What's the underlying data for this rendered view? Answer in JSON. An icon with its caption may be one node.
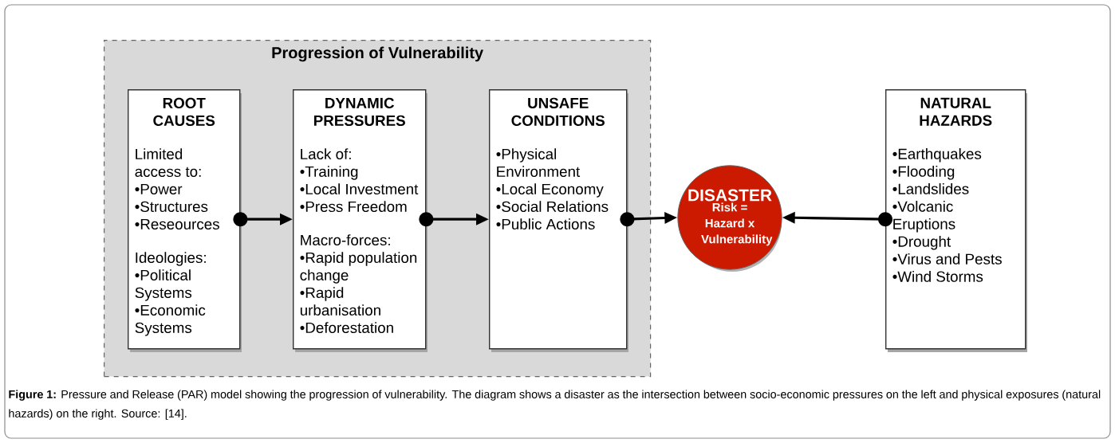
{
  "diagram": {
    "caption": "**Figure 1:** Pressure and Release (PAR) model showing the progression of vulnerability. The diagram shows a disaster as the intersection between socio-economic pressures on the left and physical exposures (natural hazards) on the right. Source: [14].",
    "nodes": [
      {
        "text": [
          "Progression of Vulnerability"
        ]
      },
      {
        "text": [
          "ROOT CAUSES",
          "Limited access to:",
          "•Power",
          "•Structures",
          "•Reseources",
          "Ideologies:",
          "•Political Systems",
          "•Economic Systems"
        ],
        "in": 0
      },
      {
        "text": [
          "DYNAMIC PRESSURES",
          "Lack of:",
          "•Training",
          "•Local Investment",
          "•Press Freedom",
          "Macro-forces:",
          "•Rapid population change",
          "•Rapid urbanisation",
          "•Deforestation"
        ],
        "in": 0
      },
      {
        "text": [
          "UNSAFE CONDITIONS",
          "•Physical Environment",
          "•Local Economy",
          "•Social Relations",
          "•Public Actions"
        ],
        "in": 0
      },
      {
        "text": [
          "DISASTER",
          "Risk = Hazard x Vulnerability"
        ]
      },
      {
        "text": [
          "NATURAL HAZARDS",
          "•Earthquakes",
          "•Flooding",
          "•Landslides",
          "•Volcanic Eruptions",
          "•Drought",
          "•Virus and Pests",
          "•Wind Storms"
        ]
      }
    ],
    "edges": [
      {
        "from": 1,
        "to": 2,
        "arrow": "to"
      },
      {
        "from": 2,
        "to": 3,
        "arrow": "to"
      },
      {
        "from": 3,
        "to": 4,
        "arrow": "to"
      },
      {
        "from": 5,
        "to": 4,
        "arrow": "to"
      }
    ]
  }
}
